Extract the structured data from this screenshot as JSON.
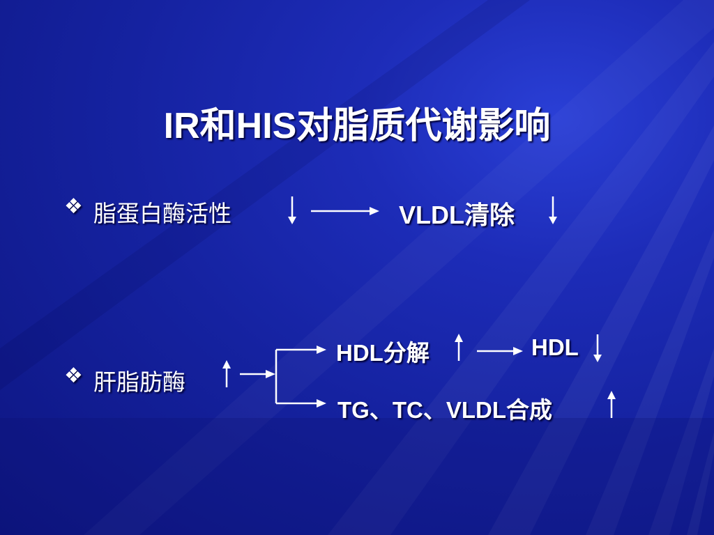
{
  "slide": {
    "title": "IR和HIS对脂质代谢影响",
    "bullet_symbol": "❖",
    "row1": {
      "left_text": "脂蛋白酶活性",
      "right_text": "VLDL清除"
    },
    "row2": {
      "left_text": "肝脂肪酶",
      "branch_top_left": "HDL分解",
      "branch_top_right": "HDL",
      "branch_bottom": "TG、TC、VLDL合成"
    }
  },
  "colors": {
    "background_dark": "#0d1580",
    "background_light": "#2a3fd6",
    "text": "#ffffff"
  }
}
